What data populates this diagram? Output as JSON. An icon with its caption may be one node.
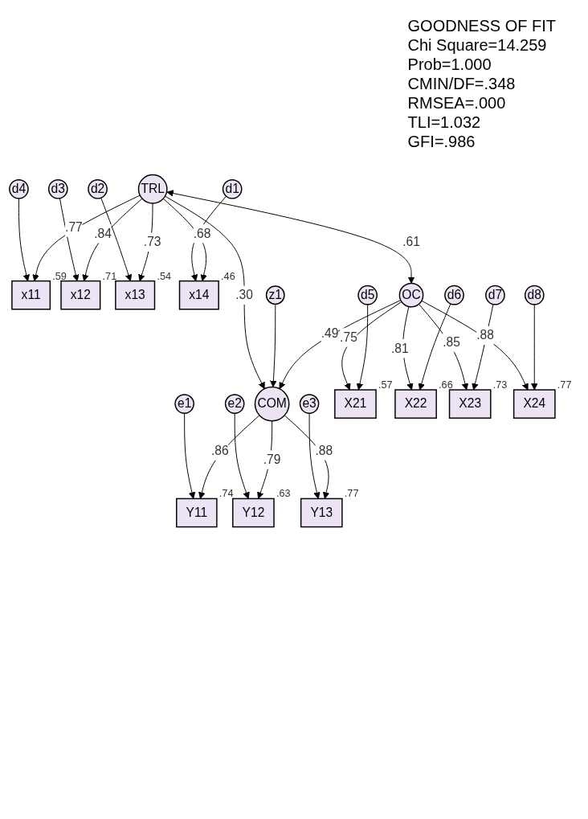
{
  "diagram": {
    "nodes": [
      {
        "text": [
          "d4"
        ]
      },
      {
        "text": [
          "d3"
        ]
      },
      {
        "text": [
          "d2"
        ]
      },
      {
        "text": [
          "d1"
        ]
      },
      {
        "text": [
          "x11"
        ],
        "beside": [
          ".59"
        ]
      },
      {
        "text": [
          "x12"
        ],
        "beside": [
          ".71"
        ]
      },
      {
        "text": [
          "x13"
        ],
        "beside": [
          ".54"
        ]
      },
      {
        "text": [
          "x14"
        ],
        "beside": [
          ".46"
        ]
      },
      {
        "text": [
          "TRL"
        ]
      },
      {
        "text": [
          "e1"
        ]
      },
      {
        "text": [
          "Y11"
        ],
        "beside": [
          ".74"
        ]
      },
      {
        "text": [
          "e2"
        ]
      },
      {
        "text": [
          "Y12"
        ],
        "beside": [
          ".63"
        ]
      },
      {
        "text": [
          "COM"
        ]
      },
      {
        "text": [
          "e3"
        ]
      },
      {
        "text": [
          "Y13"
        ],
        "beside": [
          ".77"
        ]
      },
      {
        "text": [
          "z1"
        ]
      },
      {
        "text": [
          "OC"
        ]
      },
      {
        "text": [
          "X21"
        ],
        "beside": [
          ".57"
        ]
      },
      {
        "text": [
          "X22"
        ],
        "beside": [
          ".66"
        ]
      },
      {
        "text": [
          "X23"
        ],
        "beside": [
          ".73"
        ]
      },
      {
        "text": [
          "X24"
        ],
        "beside": [
          ".77"
        ]
      },
      {
        "text": [
          "d5"
        ]
      },
      {
        "text": [
          "d6"
        ]
      },
      {
        "text": [
          "d7"
        ]
      },
      {
        "text": [
          "d8"
        ]
      }
    ],
    "edges": [
      {
        "from": 0,
        "to": 4,
        "arrow": "to"
      },
      {
        "from": 1,
        "to": 5,
        "arrow": "to"
      },
      {
        "from": 2,
        "to": 6,
        "arrow": "to"
      },
      {
        "from": 3,
        "to": 7,
        "arrow": "to"
      },
      {
        "from": 8,
        "to": 4,
        "arrow": "to",
        "label": ".77"
      },
      {
        "from": 8,
        "to": 5,
        "arrow": "to",
        "label": ".84"
      },
      {
        "from": 8,
        "to": 6,
        "arrow": "to",
        "label": ".73"
      },
      {
        "from": 8,
        "to": 7,
        "arrow": "to",
        "label": ".68"
      },
      {
        "from": 8,
        "to": 13,
        "arrow": "to",
        "label": ".30"
      },
      {
        "from": 9,
        "to": 10,
        "arrow": "to"
      },
      {
        "from": 11,
        "to": 12,
        "arrow": "to"
      },
      {
        "from": 14,
        "to": 15,
        "arrow": "to"
      },
      {
        "from": 13,
        "to": 10,
        "arrow": "to",
        "label": ".86"
      },
      {
        "from": 13,
        "to": 12,
        "arrow": "to",
        "label": ".79"
      },
      {
        "from": 13,
        "to": 15,
        "arrow": "to",
        "label": ".88"
      },
      {
        "from": 16,
        "to": 13,
        "arrow": "to"
      },
      {
        "from": 17,
        "to": 13,
        "arrow": "to",
        "label": ".49"
      },
      {
        "from": 8,
        "to": 17,
        "arrow": "both",
        "label": ".61"
      },
      {
        "from": 17,
        "to": 18,
        "arrow": "to",
        "label": ".75"
      },
      {
        "from": 17,
        "to": 19,
        "arrow": "to",
        "label": ".81"
      },
      {
        "from": 17,
        "to": 20,
        "arrow": "to",
        "label": ".85"
      },
      {
        "from": 17,
        "to": 21,
        "arrow": "to",
        "label": ".88"
      },
      {
        "from": 22,
        "to": 18,
        "arrow": "to"
      },
      {
        "from": 23,
        "to": 19,
        "arrow": "to"
      },
      {
        "from": 24,
        "to": 20,
        "arrow": "to"
      },
      {
        "from": 25,
        "to": 21,
        "arrow": "to"
      }
    ],
    "labels": [
      "GOODNESS OF FIT",
      "Chi Square=14.259",
      "Prob=1.000",
      "CMIN/DF=.348",
      "RMSEA=.000",
      "TLI=1.032",
      "GFI=.986"
    ]
  }
}
